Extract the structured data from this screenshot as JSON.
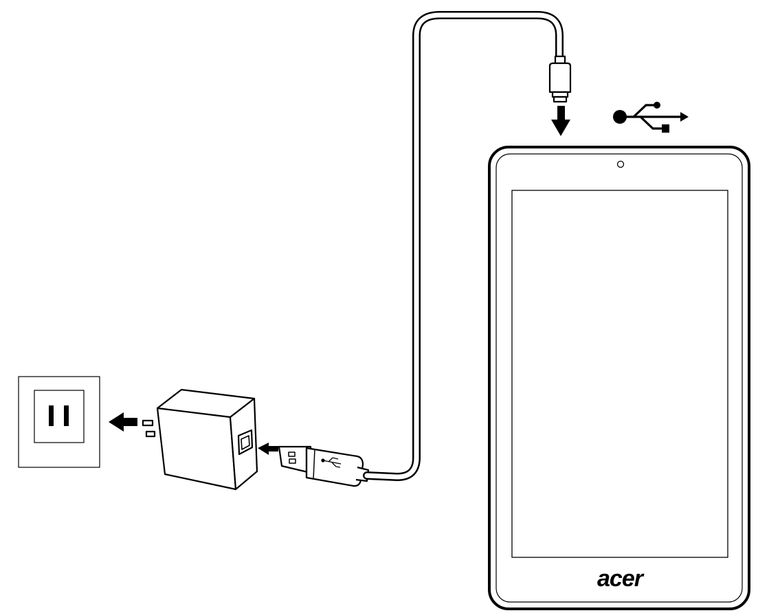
{
  "diagram": {
    "brand_logo_text": "acer",
    "components": [
      {
        "id": "wall-outlet",
        "icon": "outlet-icon"
      },
      {
        "id": "power-adapter",
        "icon": "adapter-icon"
      },
      {
        "id": "usb-cable",
        "icon": "usb-cable-icon"
      },
      {
        "id": "tablet",
        "icon": "tablet-icon"
      }
    ],
    "symbols": [
      "usb-symbol-icon",
      "arrow-down-icon",
      "arrow-left-icon"
    ],
    "colors": {
      "line": "#000000",
      "background": "#ffffff"
    }
  }
}
